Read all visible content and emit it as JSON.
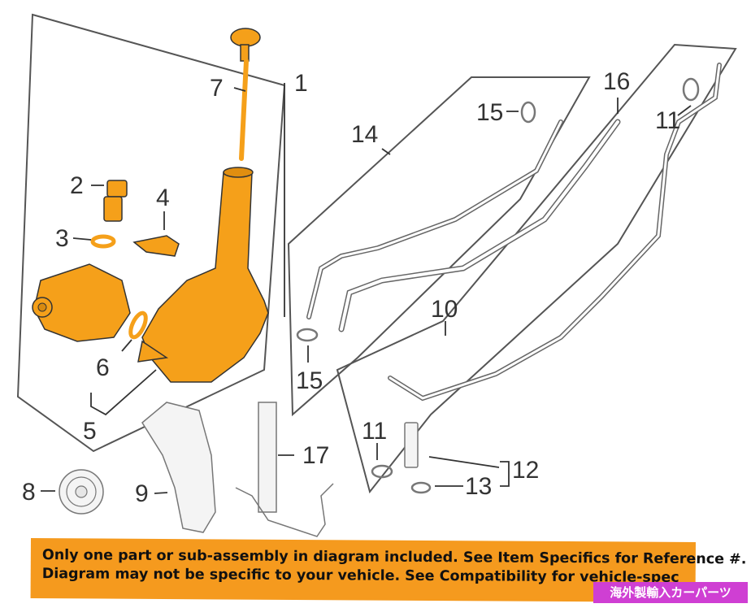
{
  "callouts": {
    "c1": "1",
    "c2": "2",
    "c3": "3",
    "c4": "4",
    "c5": "5",
    "c6": "6",
    "c7": "7",
    "c8": "8",
    "c9": "9",
    "c10": "10",
    "c11a": "11",
    "c11b": "11",
    "c12": "12",
    "c13": "13",
    "c14": "14",
    "c15a": "15",
    "c15b": "15",
    "c16": "16",
    "c17": "17"
  },
  "notice": {
    "line1": "Only one part or sub-assembly in diagram included. See Item Specifics for Reference #.",
    "line2": "Diagram may not be specific to your vehicle. See Compatibility for vehicle-spec"
  },
  "watermark": "海外製輸入カーパーツ",
  "colors": {
    "highlight": "#f5a01a",
    "line": "#555555",
    "banner": "#f59a1e",
    "tag": "#cf3fd3"
  }
}
